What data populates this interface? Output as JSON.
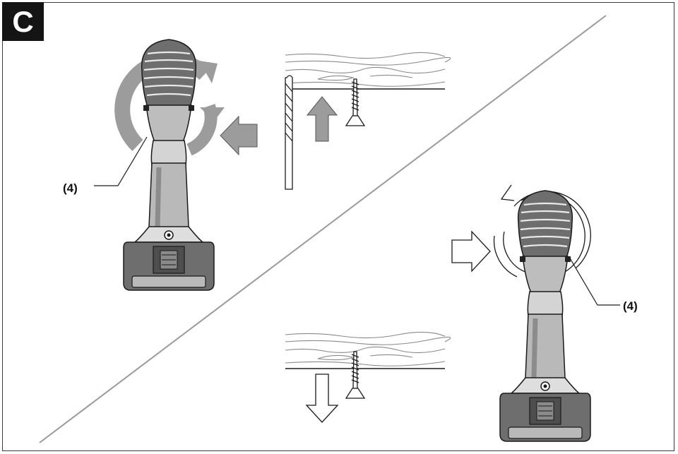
{
  "figure": {
    "panel_label": "C",
    "callout_left": "(4)",
    "callout_right": "(4)"
  },
  "colors": {
    "frame": "#3a3a3a",
    "badge_bg": "#141414",
    "badge_fg": "#ffffff",
    "arrow_fill": "#9c9c9c",
    "drill_dark": "#6e6e6e",
    "drill_mid": "#b9b9b9",
    "drill_light": "#dedede",
    "line": "#1a1a1a",
    "diagonal": "#9a9a9a"
  },
  "icons": {
    "rotation_forward": "rotate-clockwise-arrow-icon",
    "rotation_reverse": "rotate-counterclockwise-arrow-icon",
    "push_arrow": "push-arrow-icon",
    "drill": "cordless-drill-icon",
    "screw": "screw-icon",
    "drill_bit": "drill-bit-icon",
    "wood": "wood-board-icon"
  }
}
